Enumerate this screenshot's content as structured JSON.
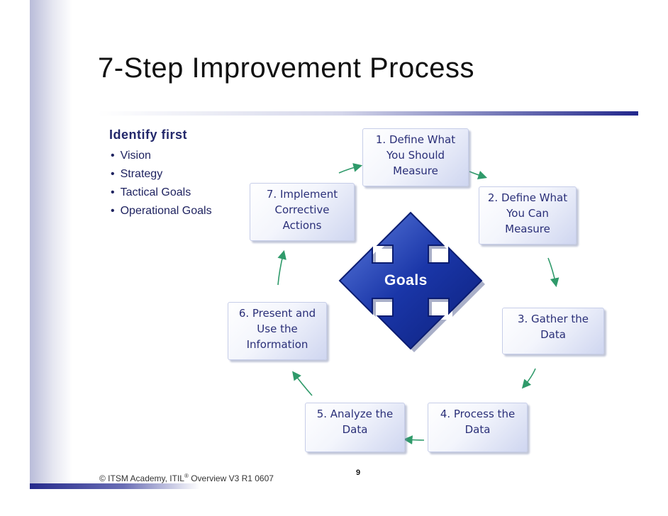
{
  "slide": {
    "title": "7-Step Improvement Process",
    "identify_heading": "Identify first",
    "identify_items": [
      "Vision",
      "Strategy",
      "Tactical Goals",
      "Operational Goals"
    ]
  },
  "diagram": {
    "center_label": "Goals",
    "steps": [
      {
        "label": "1. Define What You Should Measure",
        "lines": [
          "1. Define What",
          "You Should",
          "Measure"
        ]
      },
      {
        "label": "2. Define What You Can Measure",
        "lines": [
          "2. Define What",
          "You Can",
          "Measure"
        ]
      },
      {
        "label": "3. Gather the Data",
        "lines": [
          "3. Gather the",
          "Data"
        ]
      },
      {
        "label": "4. Process the Data",
        "lines": [
          "4. Process the",
          "Data"
        ]
      },
      {
        "label": "5. Analyze the Data",
        "lines": [
          "5. Analyze the",
          "Data"
        ]
      },
      {
        "label": "6. Present and Use the Information",
        "lines": [
          "6. Present and",
          "Use the",
          "Information"
        ]
      },
      {
        "label": "7. Implement Corrective Actions",
        "lines": [
          "7. Implement",
          "Corrective",
          "Actions"
        ]
      }
    ],
    "colors": {
      "arrow_blue": "#1a36a8",
      "step_text": "#2a2f78",
      "flow_arrow": "#2f9a6a"
    }
  },
  "footer": {
    "page_number": "9",
    "copyright_prefix": "© ITSM Academy, ITIL",
    "copyright_sup": "®",
    "copyright_suffix": " Overview V3 R1 0607"
  }
}
